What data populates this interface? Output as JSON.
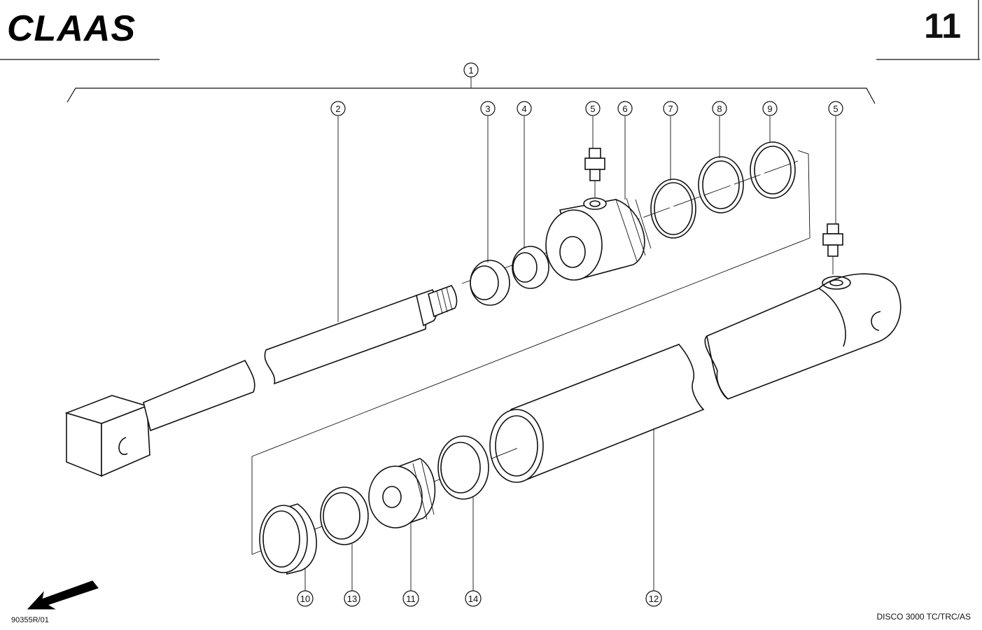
{
  "header": {
    "brand": "CLAAS",
    "page_number": "11"
  },
  "footer": {
    "drawing_code": "90355R/01",
    "model": "DISCO 3000 TC/TRC/AS"
  },
  "callouts": [
    {
      "id": "c1",
      "label": "1"
    },
    {
      "id": "c2",
      "label": "2"
    },
    {
      "id": "c3",
      "label": "3"
    },
    {
      "id": "c4",
      "label": "4"
    },
    {
      "id": "c5a",
      "label": "5"
    },
    {
      "id": "c6",
      "label": "6"
    },
    {
      "id": "c7",
      "label": "7"
    },
    {
      "id": "c8",
      "label": "8"
    },
    {
      "id": "c9",
      "label": "9"
    },
    {
      "id": "c5b",
      "label": "5"
    },
    {
      "id": "c10",
      "label": "10"
    },
    {
      "id": "c13",
      "label": "13"
    },
    {
      "id": "c11",
      "label": "11"
    },
    {
      "id": "c14",
      "label": "14"
    },
    {
      "id": "c12",
      "label": "12"
    }
  ]
}
